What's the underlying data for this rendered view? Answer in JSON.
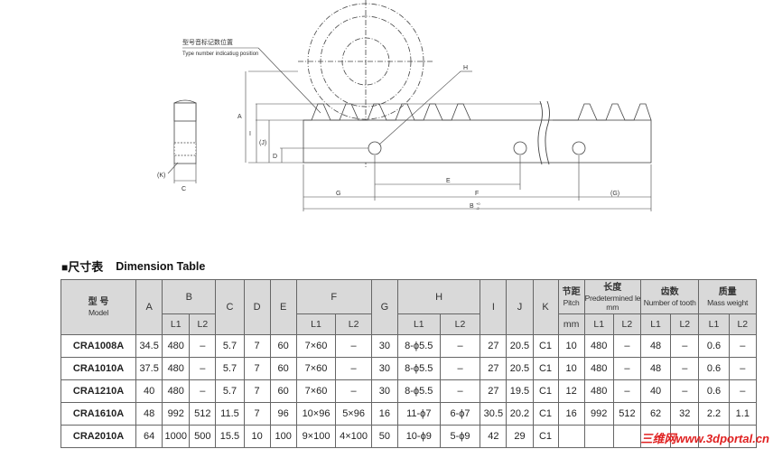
{
  "drawing": {
    "callout_cn": "型号音标记数位置",
    "callout_en": "Type number indicatiug position",
    "labels": {
      "A": "A",
      "I": "I",
      "J": "(J)",
      "D": "D",
      "H": "H",
      "K": "(K)",
      "C": "C",
      "E": "E",
      "F": "F",
      "G": "G",
      "G_paren": "(G)",
      "B": "B",
      "B_suffix_top": "+0",
      "B_suffix_bottom": "-2"
    }
  },
  "section": {
    "marker": "■",
    "title_cn": "尺寸表",
    "title_en": "Dimension Table"
  },
  "table": {
    "headers": {
      "model_cn": "型 号",
      "model_en": "Model",
      "A": "A",
      "B": "B",
      "C": "C",
      "D": "D",
      "E": "E",
      "F": "F",
      "G": "G",
      "H": "H",
      "I": "I",
      "J": "J",
      "K": "K",
      "pitch_cn": "节距",
      "pitch_en": "Pitch",
      "pitch_unit": "mm",
      "length_cn": "长度",
      "length_en": "Predetermined length",
      "length_unit": "mm",
      "teeth_cn": "齿数",
      "teeth_en": "Number of tooth",
      "mass_cn": "质量",
      "mass_en": "Mass weight",
      "L1": "L1",
      "L2": "L2"
    },
    "rows": [
      {
        "model": "CRA1008A",
        "A": "34.5",
        "B1": "480",
        "B2": "–",
        "C": "5.7",
        "D": "7",
        "E": "60",
        "F1": "7×60",
        "F2": "–",
        "G": "30",
        "H1": "8-ϕ5.5",
        "H2": "–",
        "I": "27",
        "J": "20.5",
        "K": "C1",
        "pitch": "10",
        "len1": "480",
        "len2": "–",
        "t1": "48",
        "t2": "–",
        "m1": "0.6",
        "m2": "–"
      },
      {
        "model": "CRA1010A",
        "A": "37.5",
        "B1": "480",
        "B2": "–",
        "C": "5.7",
        "D": "7",
        "E": "60",
        "F1": "7×60",
        "F2": "–",
        "G": "30",
        "H1": "8-ϕ5.5",
        "H2": "–",
        "I": "27",
        "J": "20.5",
        "K": "C1",
        "pitch": "10",
        "len1": "480",
        "len2": "–",
        "t1": "48",
        "t2": "–",
        "m1": "0.6",
        "m2": "–"
      },
      {
        "model": "CRA1210A",
        "A": "40",
        "B1": "480",
        "B2": "–",
        "C": "5.7",
        "D": "7",
        "E": "60",
        "F1": "7×60",
        "F2": "–",
        "G": "30",
        "H1": "8-ϕ5.5",
        "H2": "–",
        "I": "27",
        "J": "19.5",
        "K": "C1",
        "pitch": "12",
        "len1": "480",
        "len2": "–",
        "t1": "40",
        "t2": "–",
        "m1": "0.6",
        "m2": "–"
      },
      {
        "model": "CRA1610A",
        "A": "48",
        "B1": "992",
        "B2": "512",
        "C": "11.5",
        "D": "7",
        "E": "96",
        "F1": "10×96",
        "F2": "5×96",
        "G": "16",
        "H1": "11-ϕ7",
        "H2": "6-ϕ7",
        "I": "30.5",
        "J": "20.2",
        "K": "C1",
        "pitch": "16",
        "len1": "992",
        "len2": "512",
        "t1": "62",
        "t2": "32",
        "m1": "2.2",
        "m2": "1.1"
      },
      {
        "model": "CRA2010A",
        "A": "64",
        "B1": "1000",
        "B2": "500",
        "C": "15.5",
        "D": "10",
        "E": "100",
        "F1": "9×100",
        "F2": "4×100",
        "G": "50",
        "H1": "10-ϕ9",
        "H2": "5-ϕ9",
        "I": "42",
        "J": "29",
        "K": "C1",
        "pitch": "",
        "len1": "",
        "len2": "",
        "t1": "",
        "t2": "",
        "m1": "",
        "m2": ""
      }
    ]
  },
  "watermark": "三维网www.3dportal.cn"
}
